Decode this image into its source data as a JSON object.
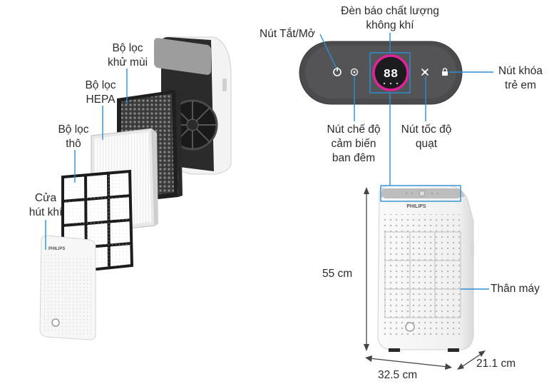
{
  "brand": "PHILIPS",
  "display_digits": "88",
  "colors": {
    "callout": "#2e8fd6",
    "panel": "#4b4b4d",
    "ring": "#e0239a",
    "body": "#f4f4f4"
  },
  "labels": {
    "filter_odor": [
      "Bộ lọc",
      "khử mùi"
    ],
    "filter_hepa": [
      "Bộ lọc",
      "HEPA"
    ],
    "filter_coarse": [
      "Bộ lọc",
      "thô"
    ],
    "intake_cover": [
      "Cửa",
      "hút khí"
    ],
    "air_quality_light": [
      "Đèn báo chất lượng",
      "không khí"
    ],
    "power_button": "Nút Tắt/Mở",
    "child_lock": [
      "Nút khóa",
      "trẻ em"
    ],
    "night_mode": [
      "Nút chế độ",
      "cảm biến",
      "ban đêm"
    ],
    "fan_speed": [
      "Nút tốc độ",
      "quạt"
    ],
    "body": "Thân máy"
  },
  "dimensions": {
    "height": "55 cm",
    "width": "32.5 cm",
    "depth": "21.1 cm"
  }
}
